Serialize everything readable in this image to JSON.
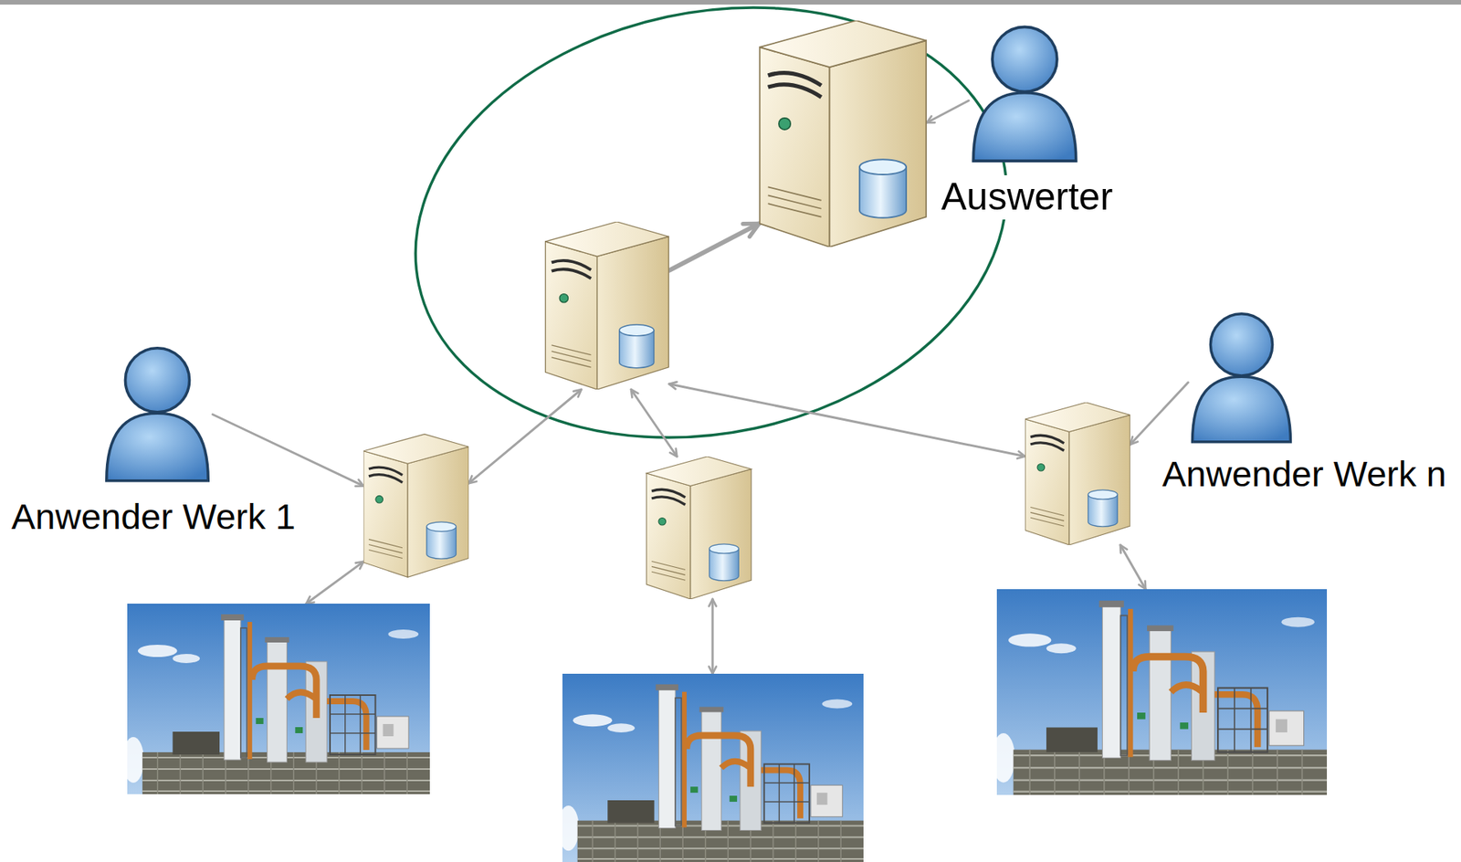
{
  "diagram": {
    "nodes": [
      {
        "text": []
      },
      {
        "text": [
          "Auswerter"
        ]
      },
      {
        "text": []
      },
      {
        "text": [
          "Anwender Werk 1"
        ]
      },
      {
        "text": []
      },
      {
        "text": []
      },
      {
        "text": []
      },
      {
        "text": [
          "Anwender Werk n"
        ]
      },
      {
        "text": []
      },
      {
        "text": []
      },
      {
        "text": []
      }
    ],
    "edges": [
      {
        "from": 1,
        "to": 0,
        "arrow": "to"
      },
      {
        "from": 2,
        "to": 0,
        "arrow": "to"
      },
      {
        "from": 2,
        "to": 4,
        "arrow": "both"
      },
      {
        "from": 2,
        "to": 5,
        "arrow": "both"
      },
      {
        "from": 2,
        "to": 6,
        "arrow": "both"
      },
      {
        "from": 3,
        "to": 4,
        "arrow": "to"
      },
      {
        "from": 7,
        "to": 6,
        "arrow": "to"
      },
      {
        "from": 4,
        "to": 8,
        "arrow": "both"
      },
      {
        "from": 5,
        "to": 9,
        "arrow": "both"
      },
      {
        "from": 6,
        "to": 10,
        "arrow": "both"
      }
    ]
  }
}
